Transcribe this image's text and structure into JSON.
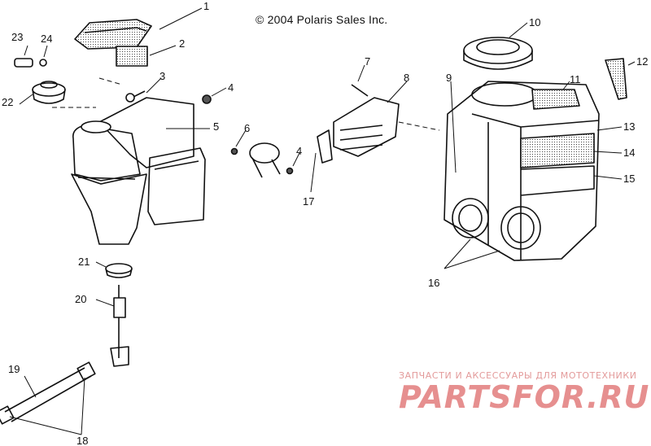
{
  "diagram": {
    "copyright": "© 2004 Polaris Sales Inc.",
    "callouts": {
      "c1": "1",
      "c2": "2",
      "c3": "3",
      "c4a": "4",
      "c4b": "4",
      "c5": "5",
      "c6": "6",
      "c7": "7",
      "c8": "8",
      "c9": "9",
      "c10": "10",
      "c11": "11",
      "c12": "12",
      "c13": "13",
      "c14": "14",
      "c15": "15",
      "c16": "16",
      "c17": "17",
      "c18": "18",
      "c19": "19",
      "c20": "20",
      "c21": "21",
      "c22": "22",
      "c23": "23",
      "c24": "24"
    }
  },
  "watermark": {
    "caption": "ЗАПЧАСТИ И АКСЕССУАРЫ ДЛЯ МОТОТЕХНИКИ",
    "logo": "PARTSFOR.RU",
    "color": "#e68f8f"
  }
}
